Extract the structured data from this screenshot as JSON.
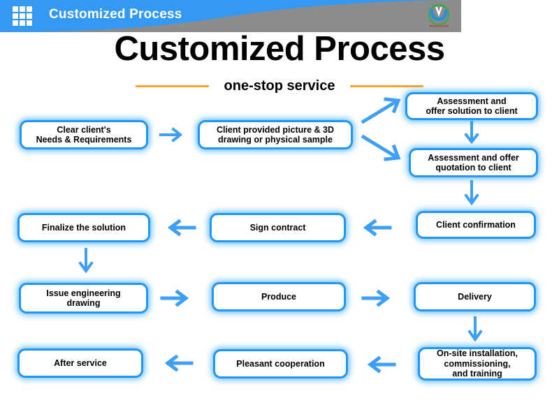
{
  "header": {
    "title": "Customized Process",
    "grid_icon": "grid-menu-icon",
    "logo_icon": "company-logo-icon",
    "bar_color": "#3399f3",
    "swoosh_color": "#8c8c8c"
  },
  "title_block": {
    "title": "Customized Process",
    "subtitle": "one-stop service",
    "rule_color": "#f5a623"
  },
  "flow": {
    "box_border_color": "#2196f3",
    "arrow_color": "#3d9ff5",
    "boxes": [
      {
        "id": "clear-client-needs",
        "label": "Clear client's\nNeeds & Requirements"
      },
      {
        "id": "client-provided-picture",
        "label": "Client provided picture & 3D\ndrawing or physical sample"
      },
      {
        "id": "assessment-offer-solution",
        "label": "Assessment and\noffer solution to client"
      },
      {
        "id": "assessment-offer-quotation",
        "label": "Assessment and offer\nquotation to client"
      },
      {
        "id": "client-confirmation",
        "label": "Client confirmation"
      },
      {
        "id": "sign-contract",
        "label": "Sign contract"
      },
      {
        "id": "finalize-the-solution",
        "label": "Finalize the solution"
      },
      {
        "id": "issue-engineering-drawing",
        "label": "Issue engineering\ndrawing"
      },
      {
        "id": "produce",
        "label": "Produce"
      },
      {
        "id": "delivery",
        "label": "Delivery"
      },
      {
        "id": "onsite-installation",
        "label": "On-site installation,\ncommissioning,\nand training"
      },
      {
        "id": "pleasant-cooperation",
        "label": "Pleasant cooperation"
      },
      {
        "id": "after-service",
        "label": "After service"
      }
    ]
  }
}
